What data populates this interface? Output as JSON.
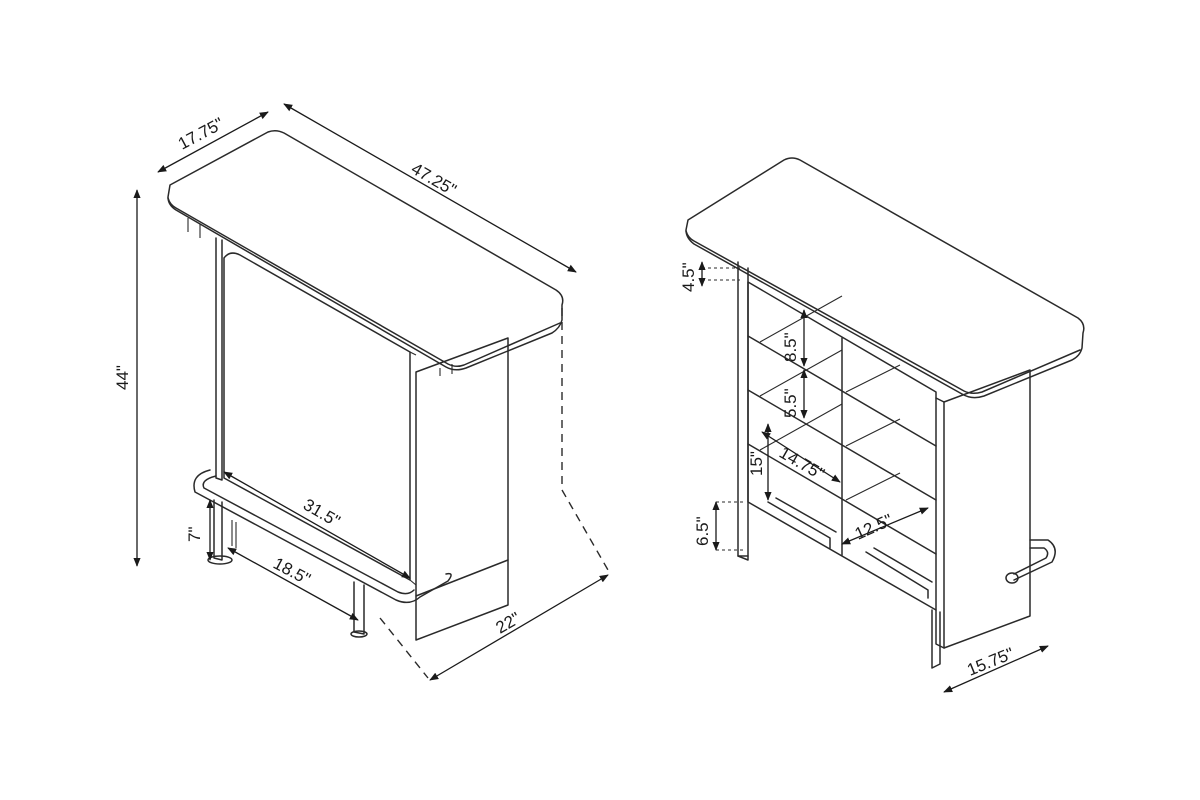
{
  "diagram": {
    "front_view": {
      "top_depth": "17.75\"",
      "top_width": "47.25\"",
      "height": "44\"",
      "inner_width": "31.5\"",
      "footrest_height": "7\"",
      "footrest_span": "18.5\"",
      "base_depth": "22\""
    },
    "back_view": {
      "top_clearance": "4.5\"",
      "shelf_1": "8.5\"",
      "shelf_2": "5.5\"",
      "lower_compartment_height": "15\"",
      "lower_compartment_width": "14.75\"",
      "rack_width": "12.5\"",
      "bottom_gap": "6.5\"",
      "base_depth": "15.75\""
    }
  }
}
